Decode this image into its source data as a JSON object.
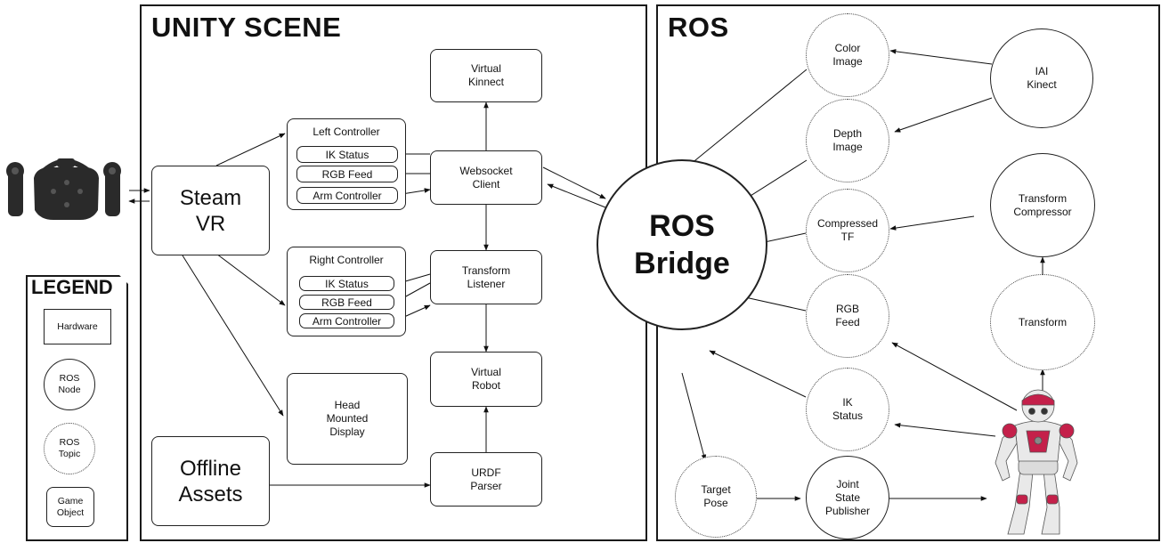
{
  "panels": {
    "unity_title": "UNITY SCENE",
    "ros_title": "ROS"
  },
  "unity": {
    "steam_vr": "Steam\nVR",
    "offline_assets": "Offline\nAssets",
    "virtual_kinnect": "Virtual\nKinnect",
    "websocket_client": "Websocket\nClient",
    "transform_listener": "Transform\nListener",
    "virtual_robot": "Virtual\nRobot",
    "urdf_parser": "URDF\nParser",
    "head_mounted_display": "Head\nMounted\nDisplay",
    "left_controller": {
      "title": "Left Controller",
      "items": [
        "IK Status",
        "RGB Feed",
        "Arm Controller"
      ]
    },
    "right_controller": {
      "title": "Right Controller",
      "items": [
        "IK Status",
        "RGB Feed",
        "Arm Controller"
      ]
    }
  },
  "ros": {
    "bridge": "ROS\nBridge",
    "color_image": "Color\nImage",
    "depth_image": "Depth\nImage",
    "compressed_tf": "Compressed\nTF",
    "rgb_feed": "RGB\nFeed",
    "ik_status": "IK\nStatus",
    "target_pose": "Target\nPose",
    "joint_state_publisher": "Joint\nState\nPublisher",
    "iai_kinect": "IAI\nKinect",
    "transform_compressor": "Transform\nCompressor",
    "transform": "Transform"
  },
  "legend": {
    "title": "LEGEND",
    "hardware": "Hardware",
    "ros_node": "ROS\nNode",
    "ros_topic": "ROS\nTopic",
    "game_object": "Game\nObject"
  },
  "icons": {
    "vr_headset": "vr-headset-with-controllers",
    "robot": "nao-humanoid-robot"
  },
  "colors": {
    "robot_accent": "#c4204a",
    "robot_body": "#e9e9e9",
    "headset": "#2a2a2a"
  }
}
